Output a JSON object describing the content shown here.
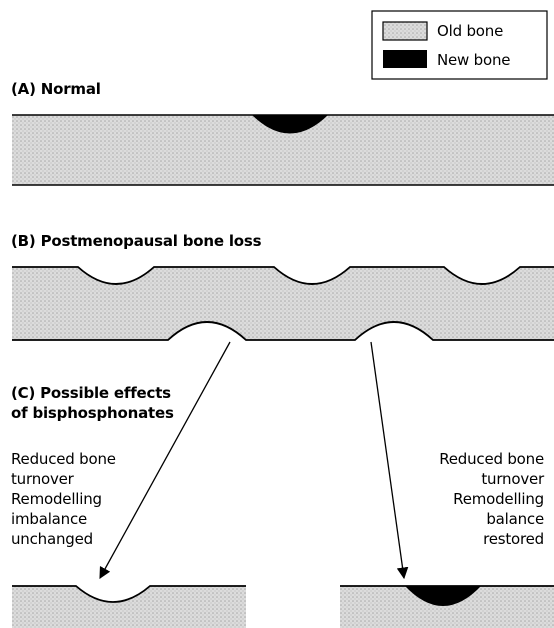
{
  "legend": {
    "items": [
      {
        "label": "Old bone",
        "swatch": "stipple"
      },
      {
        "label": "New bone",
        "swatch": "solid"
      }
    ]
  },
  "panels": {
    "a": {
      "title": "(A) Normal"
    },
    "b": {
      "title": "(B) Postmenopausal bone loss"
    },
    "c": {
      "title_lines": [
        "(C) Possible effects",
        "of bisphosphonates"
      ],
      "left_note": [
        "Reduced bone",
        "turnover",
        "Remodelling",
        "imbalance",
        "unchanged"
      ],
      "right_note": [
        "Reduced bone",
        "turnover",
        "Remodelling",
        "balance",
        "restored"
      ]
    }
  },
  "colors": {
    "old_bone_fill": "#dcdcdc",
    "old_bone_dots": "#a8a8a8",
    "new_bone": "#000000",
    "line": "#000000",
    "background": "#ffffff"
  }
}
